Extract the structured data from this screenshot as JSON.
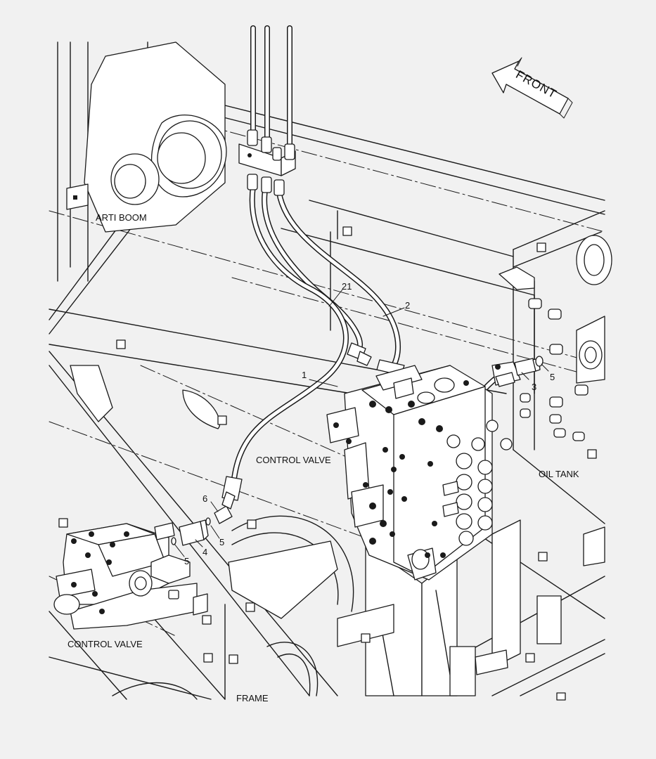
{
  "orientation": {
    "direction_label": "FRONT"
  },
  "component_labels": {
    "arti_boom": "ARTI BOOM",
    "control_valve_main": "CONTROL VALVE",
    "control_valve_left": "CONTROL VALVE",
    "oil_tank": "OIL TANK",
    "frame": "FRAME"
  },
  "part_callouts": [
    {
      "id": "1",
      "text": "1"
    },
    {
      "id": "2",
      "text": "2"
    },
    {
      "id": "3",
      "text": "3"
    },
    {
      "id": "4",
      "text": "4"
    },
    {
      "id": "5a",
      "text": "5"
    },
    {
      "id": "5b",
      "text": "5"
    },
    {
      "id": "5c",
      "text": "5"
    },
    {
      "id": "6",
      "text": "6"
    },
    {
      "id": "21",
      "text": "21"
    }
  ],
  "colors": {
    "line": "#1a1a1a",
    "background": "#f1f1f1",
    "part_fill": "#ffffff"
  }
}
